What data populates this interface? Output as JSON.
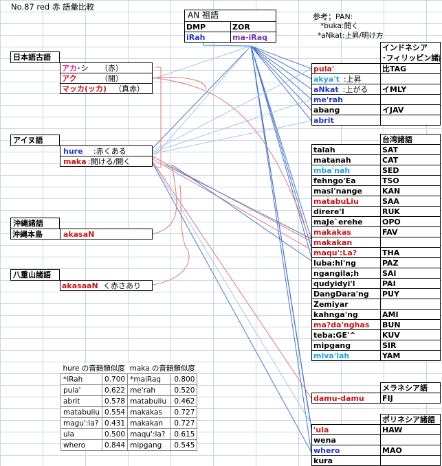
{
  "page_title": "No.87  red  赤   語彙比較",
  "an": {
    "title": "AN 祖語",
    "dmp": "DMP",
    "zor": "ZOR",
    "irah": "iRah",
    "mairaq": "ma-iRaq"
  },
  "notes": {
    "line1": "参考；PAN:",
    "line2": "*buka:開く",
    "line3": "*aNkat:上昇/明け方"
  },
  "left": {
    "japanese": {
      "header": "日本語古語",
      "rows": [
        {
          "word": "アカ",
          "word2": "シ",
          "gloss": "（赤）"
        },
        {
          "word": "アク",
          "gloss": "（開）"
        },
        {
          "word": "マッカ(ッカ)",
          "gloss": "（真赤）"
        }
      ]
    },
    "ainu": {
      "header": "アイヌ語",
      "rows": [
        {
          "word": "hure",
          "gloss": ":赤くある"
        },
        {
          "word": "maka",
          "gloss": ":開ける/開く"
        }
      ]
    },
    "okinawa": {
      "header": "沖縄諸語",
      "sub": "沖縄本島",
      "word": "akasaN"
    },
    "yaeyama": {
      "header": "八重山諸語",
      "word": "akasaaN",
      "gloss": "く赤さあり"
    }
  },
  "indonesia": {
    "header1": "インドネシア",
    "header2": "･フィリッピン諸語",
    "rows": [
      {
        "word": "pula'",
        "code": "比TAG"
      },
      {
        "word": "akya't",
        "gloss": ":上昇",
        "code": ""
      },
      {
        "word": "aNkat",
        "gloss": ":上がる",
        "code": "イMLY"
      },
      {
        "word": "me'rah",
        "code": ""
      },
      {
        "word": "abang",
        "code": "イJAV"
      },
      {
        "word": "abrit",
        "code": ""
      }
    ]
  },
  "taiwan": {
    "header": "台湾諸語",
    "rows": [
      {
        "word": "talah",
        "code": "SAT"
      },
      {
        "word": "matanah",
        "code": "CAT"
      },
      {
        "word": "mba'nah",
        "code": "SED"
      },
      {
        "word": "fehngo'Ea",
        "code": "TSO"
      },
      {
        "word": "masi'nange",
        "code": "KAN"
      },
      {
        "word": "matabuLiu",
        "code": "SAA"
      },
      {
        "word": "direre'I",
        "code": "RUK"
      },
      {
        "word": "maJe`erehe",
        "code": "OPO"
      },
      {
        "word": "makakas",
        "code": "FAV"
      },
      {
        "word": "makakan",
        "code": ""
      },
      {
        "word": "maqu':La?",
        "code": "THA"
      },
      {
        "word": "luba:hi'ng",
        "code": "PAZ"
      },
      {
        "word": "ngangila;h",
        "code": "SAI"
      },
      {
        "word": "qudyidyi'l",
        "code": "PAI"
      },
      {
        "word": "DangDara'ng",
        "code": "PUY"
      },
      {
        "word": "Zemiyar",
        "code": ""
      },
      {
        "word": "kahnga'ng",
        "code": "AMI"
      },
      {
        "word": "ma?da'nghas",
        "code": "BUN"
      },
      {
        "word": "teba:GE'^",
        "code": "KUV"
      },
      {
        "word": "mipgang",
        "code": "SIR"
      },
      {
        "word": "miva'lah",
        "code": "YAM"
      }
    ]
  },
  "melanesia": {
    "header": "メラネシア語",
    "word": "damu-damu",
    "code": "FIJ"
  },
  "polynesia": {
    "header": "ポリネシア諸語",
    "rows": [
      {
        "word": "'ula",
        "code": "HAW"
      },
      {
        "word": "wena",
        "code": ""
      },
      {
        "word": "whero",
        "code": "MAO"
      },
      {
        "word": "kura",
        "code": ""
      }
    ]
  },
  "similarity": {
    "hure_title": "hure  の音韻類似度",
    "maka_title": "maka  の音韻類似度",
    "rows": [
      {
        "hw": "*iRah",
        "hv": "0.700",
        "mw": "*maiRaq",
        "mv": "0.800"
      },
      {
        "hw": "pula'",
        "hv": "0.622",
        "mw": "me'rah",
        "mv": "0.520"
      },
      {
        "hw": "abrit",
        "hv": "0.578",
        "mw": "matabuliu",
        "mv": "0.462"
      },
      {
        "hw": "matabuliu",
        "hv": "0.554",
        "mw": "makakas",
        "mv": "0.727"
      },
      {
        "hw": "magu':la?",
        "hv": "0.431",
        "mw": "makakan",
        "mv": "0.727"
      },
      {
        "hw": "ula",
        "hv": "0.500",
        "mw": "maqu':la?",
        "mv": "0.615"
      },
      {
        "hw": "whero",
        "hv": "0.844",
        "mw": "mipgang",
        "mv": "0.545"
      }
    ]
  },
  "colors": {
    "blue_line": "#4a78c6",
    "light_blue_line": "#a9c3ea",
    "red_line": "#e07878"
  }
}
